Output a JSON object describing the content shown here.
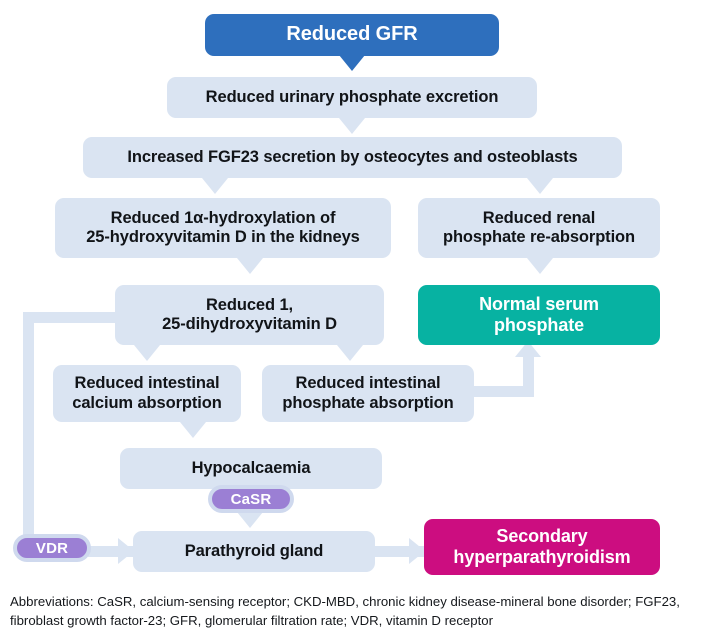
{
  "diagram": {
    "title": "CKD-MBD pathophysiology flowchart",
    "colors": {
      "primary_blue": "#2e6fbd",
      "light_blue": "#dae4f2",
      "teal": "#07b2a2",
      "magenta": "#cc0d80",
      "purple_pill": "#9b7fd4",
      "pill_border": "#cfd9ee",
      "text_dark": "#111418",
      "text_light": "#ffffff"
    },
    "nodes": {
      "reduced_gfr": "Reduced GFR",
      "reduced_urinary_excretion": "Reduced urinary phosphate excretion",
      "increased_fgf23": "Increased FGF23 secretion by osteocytes and osteoblasts",
      "reduced_hydroxylation": "Reduced 1α-hydroxylation of\n25-hydroxyvitamin D in the kidneys",
      "reduced_renal_reabsorption": "Reduced renal\nphosphate re-absorption",
      "reduced_dihydroxyvitamin": "Reduced 1,\n25-dihydroxyvitamin D",
      "normal_serum_phosphate": "Normal serum\nphosphate",
      "reduced_calcium_absorption": "Reduced intestinal\ncalcium absorption",
      "reduced_phosphate_absorption": "Reduced intestinal\nphosphate absorption",
      "hypocalcaemia": "Hypocalcaemia",
      "parathyroid_gland": "Parathyroid gland",
      "secondary_hyperparathyroidism": "Secondary\nhyperparathyroidism"
    },
    "receptors": {
      "casr": "CaSR",
      "vdr": "VDR"
    },
    "footnote": "Abbreviations: CaSR, calcium-sensing receptor; CKD-MBD, chronic kidney disease-mineral bone disorder; FGF23, fibroblast growth factor-23; GFR, glomerular filtration rate; VDR, vitamin D receptor"
  }
}
